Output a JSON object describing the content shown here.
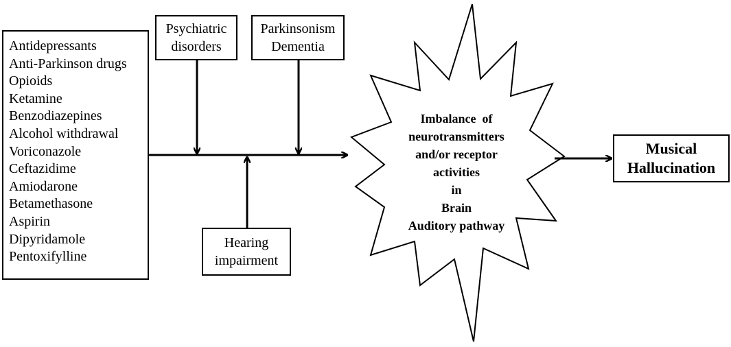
{
  "drugs": [
    "Antidepressants",
    "Anti-Parkinson drugs",
    "Opioids",
    "Ketamine",
    "Benzodiazepines",
    "Alcohol withdrawal",
    "Voriconazole",
    "Ceftazidime",
    "Amiodarone",
    "Betamethasone",
    "Aspirin",
    "Dipyridamole",
    "Pentoxifylline"
  ],
  "psychiatric": {
    "line1": "Psychiatric",
    "line2": "disorders"
  },
  "parkinsonism": {
    "line1": "Parkinsonism",
    "line2": "Dementia"
  },
  "hearing": {
    "line1": "Hearing",
    "line2": "impairment"
  },
  "imbalance": [
    "Imbalance  of",
    "neurotransmitters",
    "and/or receptor",
    "activities",
    "in",
    "Brain",
    "Auditory pathway"
  ],
  "outcome": {
    "line1": "Musical",
    "line2": "Hallucination"
  },
  "colors": {
    "stroke": "#000000",
    "background": "#ffffff"
  }
}
